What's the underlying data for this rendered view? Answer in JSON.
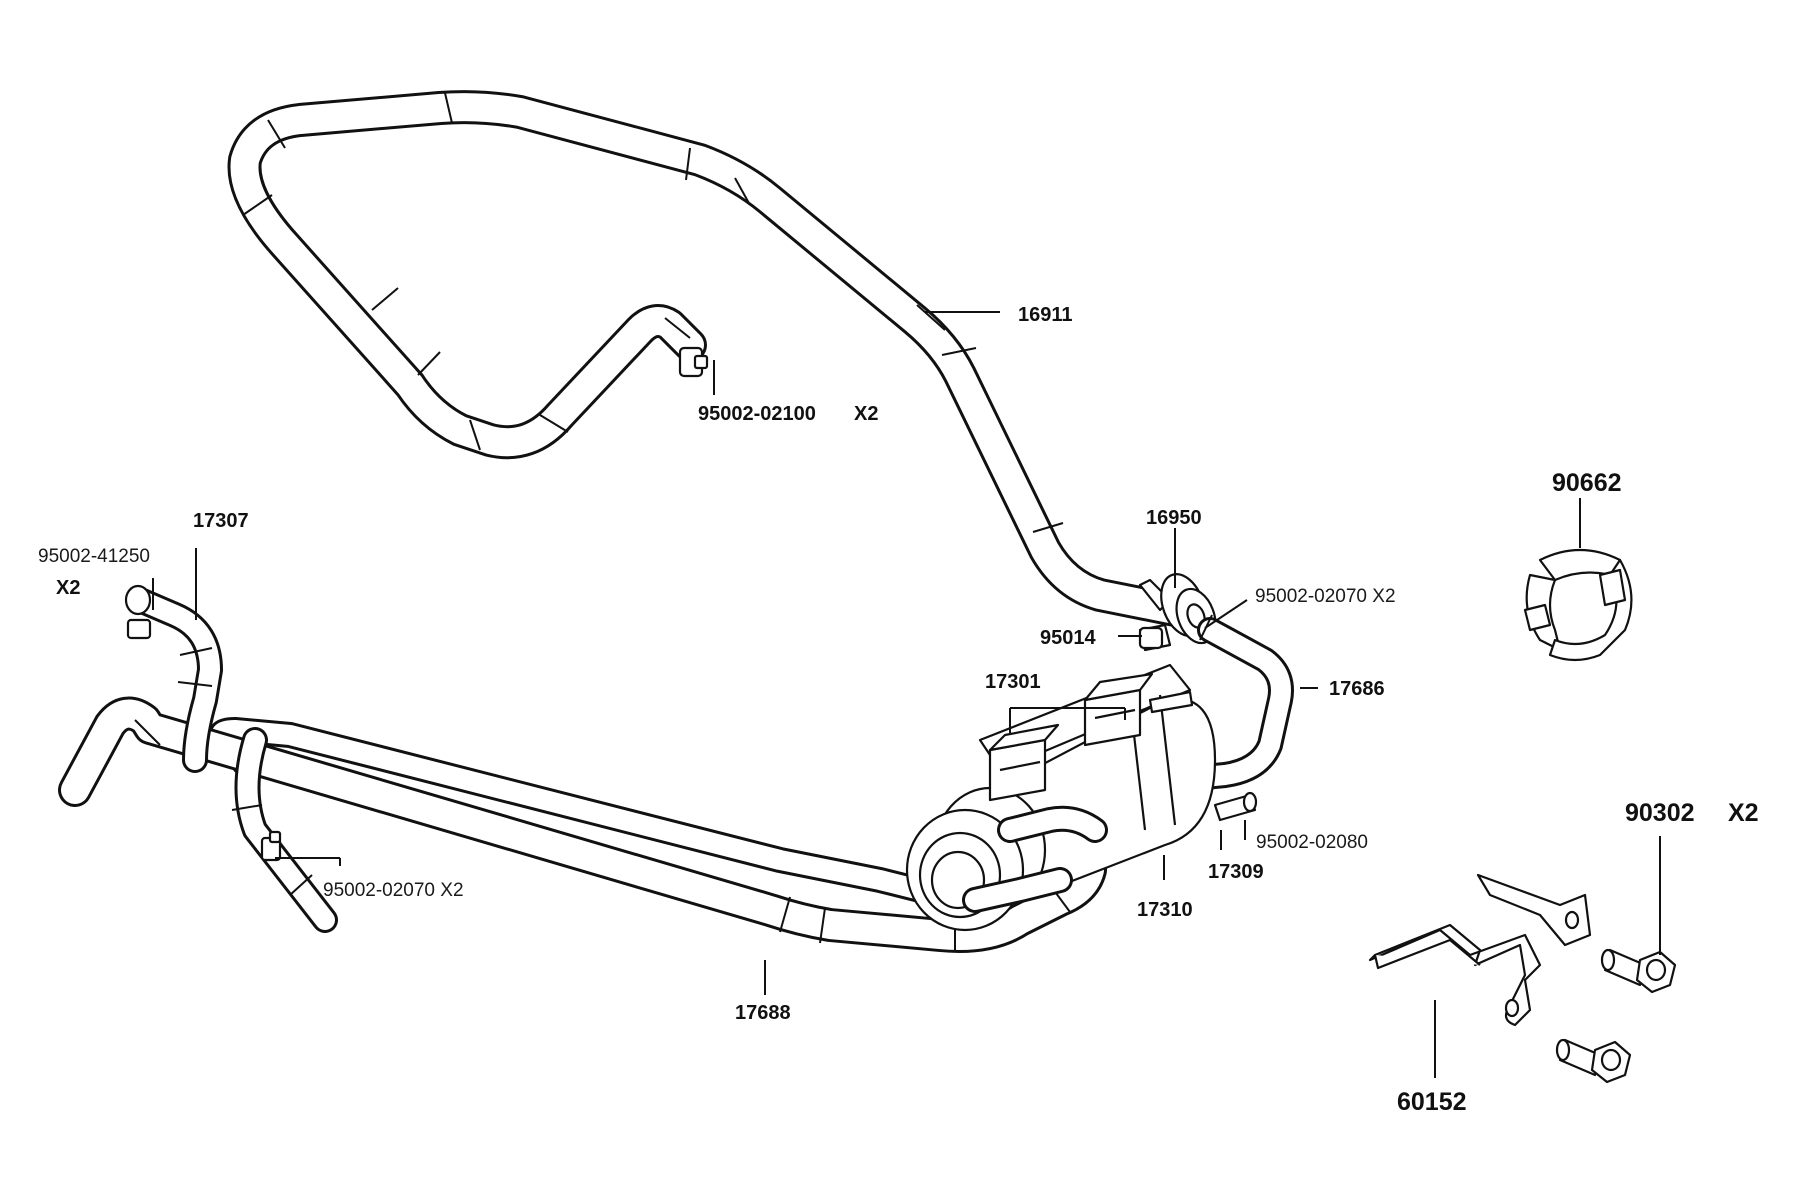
{
  "labels": {
    "p16911": "16911",
    "p95002_02100": "95002-02100",
    "p95002_02100_qty": "X2",
    "p17307": "17307",
    "p95002_41250": "95002-41250",
    "p95002_41250_qty": "X2",
    "p16950": "16950",
    "p95002_02070_top": "95002-02070 X2",
    "p95014": "95014",
    "p17301": "17301",
    "p17686": "17686",
    "p95002_02080": "95002-02080",
    "p17309": "17309",
    "p17310": "17310",
    "p95002_02070_left": "95002-02070 X2",
    "p17688": "17688",
    "p90662": "90662",
    "p90302": "90302",
    "p90302_qty": "X2",
    "p60152": "60152"
  },
  "colors": {
    "line": "#111111",
    "background": "#ffffff"
  }
}
